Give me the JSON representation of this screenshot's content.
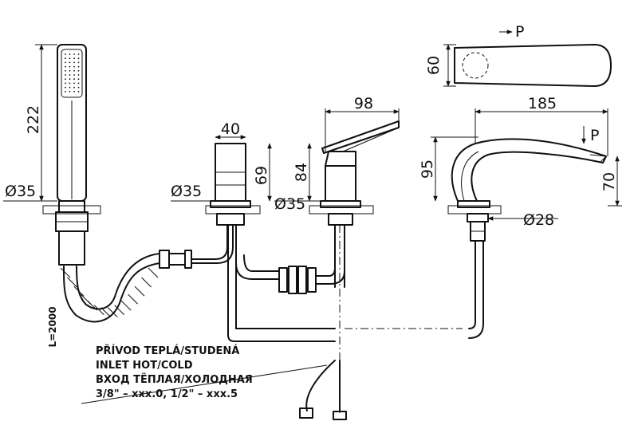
{
  "dimensions": {
    "handshower_height": "222",
    "handshower_dia": "Ø35",
    "hose_length": "L=2000",
    "valve_width": "40",
    "valve_height": "69",
    "valve_dia": "Ø35",
    "mixer_width": "98",
    "mixer_height": "84",
    "mixer_dia": "Ø35",
    "spout_length": "185",
    "spout_height": "95",
    "spout_outlet_height": "70",
    "spout_dia": "Ø28",
    "top_view_width": "60",
    "pressure_label_top": "P",
    "pressure_label_spout": "P"
  },
  "inlet_note": {
    "line1": "PŘÍVOD TEPLÁ/STUDENÁ",
    "line2": "INLET HOT/COLD",
    "line3": "ВХОД ТЁПЛАЯ/ХОЛОДНАЯ",
    "line4": "3/8\" – xxx.0, 1/2\" – xxx.5"
  }
}
